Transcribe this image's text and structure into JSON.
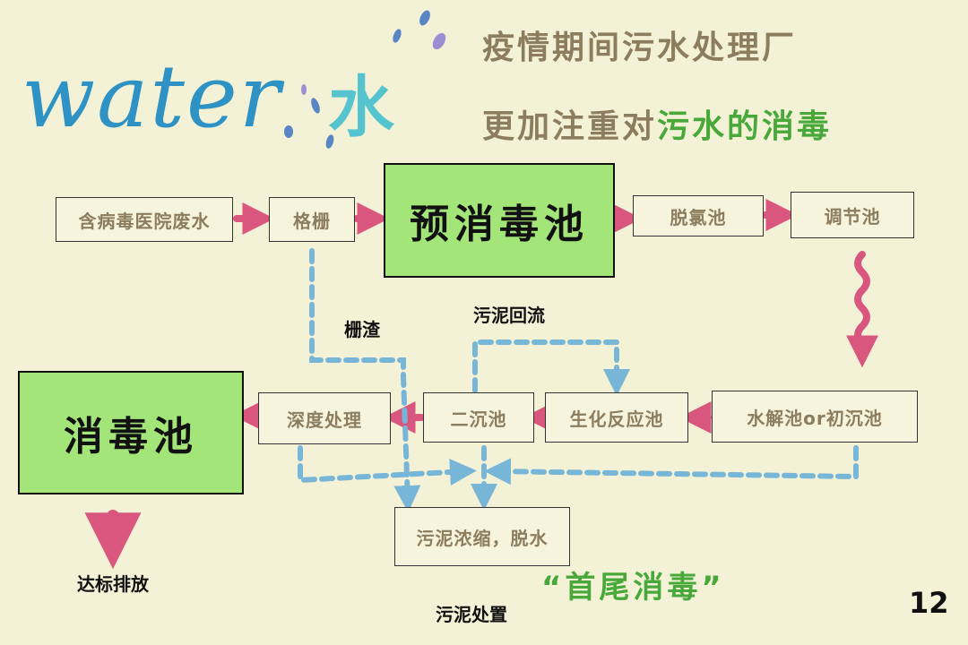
{
  "brand": {
    "word": "water",
    "char": "水"
  },
  "headline": {
    "line1": "疫情期间污水处理厂",
    "line2_prefix": "更加注重对",
    "line2_highlight": "污水的消毒"
  },
  "nodes": {
    "wastewater": "含病毒医院废水",
    "grille": "格栅",
    "pre_disinfection": "预消毒池",
    "dechlorination": "脱氯池",
    "regulating": "调节池",
    "hydrolysis": "水解池or初沉池",
    "biochemical": "生化反应池",
    "secondary_settling": "二沉池",
    "advanced_treatment": "深度处理",
    "disinfection": "消毒池",
    "sludge_thickening": "污泥浓缩，脱水"
  },
  "labels": {
    "screenings": "栅渣",
    "sludge_return": "污泥回流",
    "discharge": "达标排放",
    "sludge_disposal": "污泥处置"
  },
  "tagline": "“首尾消毒”",
  "page_number": "12",
  "colors": {
    "background": "#f4f2d6",
    "box_text": "#8b7d5e",
    "green_box": "#a4e57a",
    "flow_arrow": "#d9577f",
    "sludge_path": "#78b6d8",
    "highlight_text": "#49a83a",
    "brand_blue": "#2f92c4"
  }
}
